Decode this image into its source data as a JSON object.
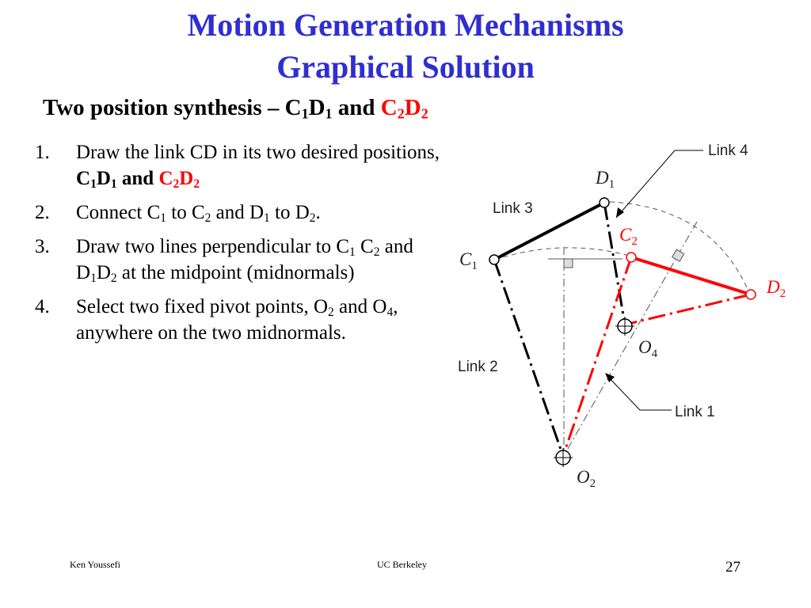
{
  "slide": {
    "title_line1": "Motion Generation Mechanisms",
    "title_line2": "Graphical Solution",
    "subtitle": {
      "prefix": "Two position synthesis – ",
      "c1_base": "C",
      "c1_sub": "1",
      "d1_base": "D",
      "d1_sub": "1",
      "and": " and ",
      "c2_base": "C",
      "c2_sub": "2",
      "d2_base": "D",
      "d2_sub": "2"
    }
  },
  "steps": [
    {
      "num": "1.",
      "text1": "Draw the link CD in its two desired positions, ",
      "c1_base": "C",
      "c1_sub": "1",
      "d1_base": "D",
      "d1_sub": "1",
      "and": " and ",
      "c2_base": "C",
      "c2_sub": "2",
      "d2_base": "D",
      "d2_sub": "2"
    },
    {
      "num": "2.",
      "t1": "Connect C",
      "s1": "1",
      "t2": " to C",
      "s2": "2",
      "t3": " and D",
      "s3": "1",
      "t4": " to D",
      "s4": "2",
      "t5": "."
    },
    {
      "num": "3.",
      "t1": "Draw two lines perpendicular to C",
      "s1": "1",
      "t2": " C",
      "s2": "2",
      "t3": " and D",
      "s3": "1",
      "t4": "D",
      "s4": "2",
      "t5": " at the midpoint (midnormals)"
    },
    {
      "num": "4.",
      "t1": "Select two fixed pivot points, O",
      "s1": "2",
      "t2": " and O",
      "s2": "4",
      "t3": ", anywhere on the two midnormals."
    }
  ],
  "figure": {
    "labels": {
      "link4": "Link 4",
      "link3": "Link 3",
      "link2": "Link 2",
      "link1": "Link 1",
      "c1": {
        "base": "C",
        "sub": "1"
      },
      "d1": {
        "base": "D",
        "sub": "1"
      },
      "c2": {
        "base": "C",
        "sub": "2"
      },
      "d2": {
        "base": "D",
        "sub": "2"
      },
      "o4": {
        "base": "O",
        "sub": "4"
      },
      "o2": {
        "base": "O",
        "sub": "2"
      }
    },
    "colors": {
      "position1": "#000000",
      "position2": "#ff0000",
      "construction": "#555555"
    }
  },
  "footer": {
    "author": "Ken Youssefi",
    "institution": "UC Berkeley",
    "page": "27"
  }
}
